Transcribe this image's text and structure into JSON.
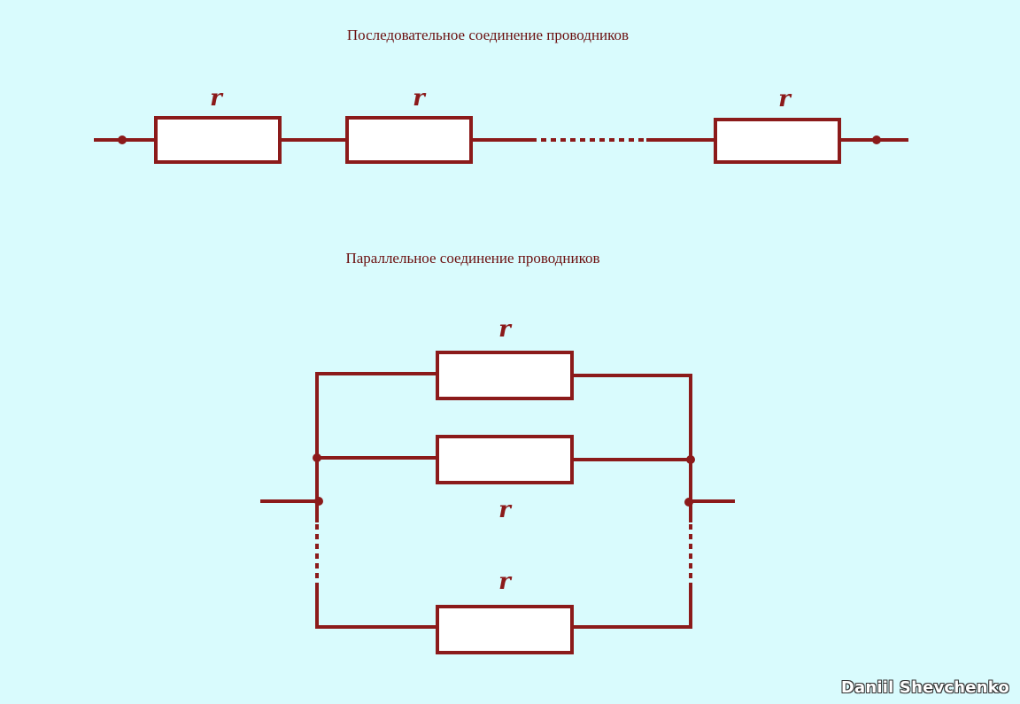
{
  "series_section": {
    "title": "Последовательное соединение проводников",
    "resistor_labels": [
      "r",
      "r",
      "r"
    ]
  },
  "parallel_section": {
    "title": "Параллельное соединение проводников",
    "resistor_labels": [
      "r",
      "r",
      "r"
    ]
  },
  "watermark": "Daniil Shevchenko",
  "colors": {
    "background": "#d9fbfd",
    "wire": "#8b1a1a",
    "title_text": "#6b0f0f"
  }
}
